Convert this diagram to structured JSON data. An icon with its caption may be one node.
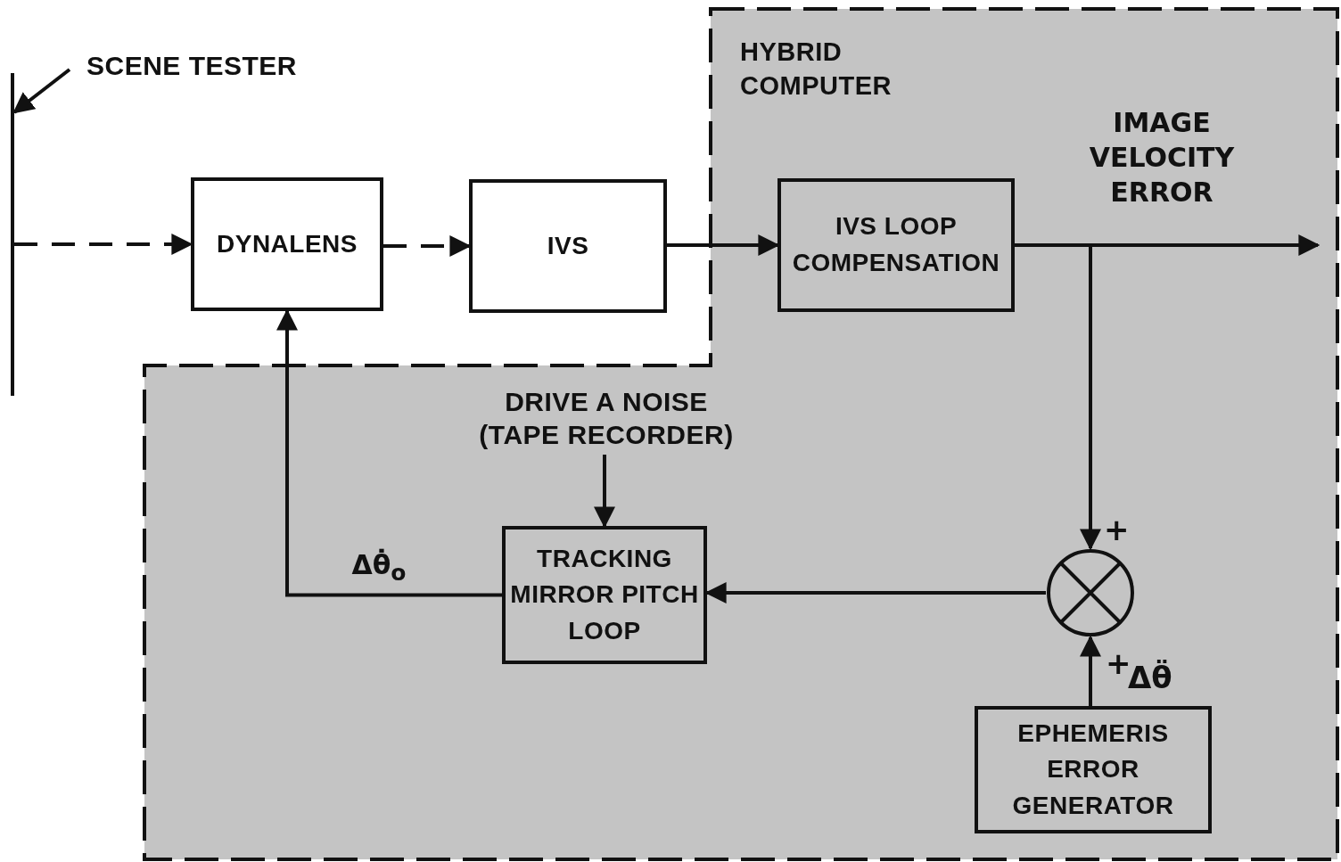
{
  "diagram": {
    "nodes": [
      {
        "text": [
          "SCENE TESTER"
        ]
      },
      {
        "text": [],
        "shape": "bar"
      },
      {
        "text": [
          "HYBRID COMPUTER"
        ]
      },
      {
        "text": [
          "DYNALENS"
        ]
      },
      {
        "text": [
          "IVS"
        ]
      },
      {
        "text": [
          "IVS LOOP COMPENSATION"
        ],
        "in": 2
      },
      {
        "text": [
          "DRIVE A NOISE (TAPE RECORDER)"
        ],
        "in": 2
      },
      {
        "text": [
          "TRACKING MIRROR PITCH LOOP"
        ],
        "in": 2
      },
      {
        "text": [],
        "shape": "circle",
        "in": 2
      },
      {
        "text": [
          "EPHEMERIS ERROR GENERATOR"
        ],
        "in": 2
      }
    ],
    "edges": [
      {
        "from": 0,
        "to": 1,
        "arrow": "to"
      },
      {
        "from": 1,
        "to": 3,
        "arrow": "to",
        "style": "dashed"
      },
      {
        "from": 3,
        "to": 4,
        "arrow": "to",
        "style": "dashed"
      },
      {
        "from": 4,
        "to": 5,
        "arrow": "to"
      },
      {
        "from": 5,
        "to": null,
        "arrow": "to",
        "label": "IMAGE VELOCITY ERROR"
      },
      {
        "from": 5,
        "to": 8,
        "arrow": "to"
      },
      {
        "from": 9,
        "to": 8,
        "arrow": "to"
      },
      {
        "from": 8,
        "to": 7,
        "arrow": "to"
      },
      {
        "from": 7,
        "to": 3,
        "arrow": "to",
        "label": "Δθ̇$_{o}$"
      },
      {
        "from": 6,
        "to": 7,
        "arrow": "to"
      }
    ],
    "labels": [
      "+",
      "+",
      "Δθ̈"
    ]
  }
}
